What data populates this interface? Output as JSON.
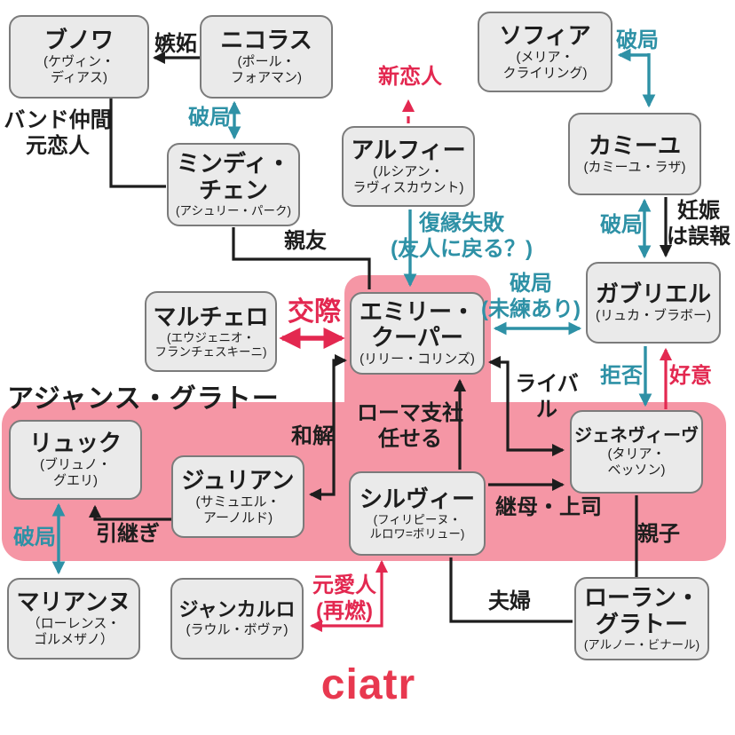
{
  "title": "エミリー、パリへ行く 相関図",
  "colors": {
    "teal": "#2e91a6",
    "red": "#e32850",
    "black": "#1d1d1d",
    "pink_area": "#f596a5",
    "box_fill": "#eaeaea",
    "box_border": "#7b7b7b",
    "logo_red": "#e8384f"
  },
  "agency": {
    "label": "アジャンス・グラトー"
  },
  "logo": {
    "text": "ciatr"
  },
  "characters": [
    {
      "id": "benoit",
      "name": "ブノワ",
      "actor": "(ケヴィン・\nディアス)"
    },
    {
      "id": "nicolas",
      "name": "ニコラス",
      "actor": "(ポール・\nフォアマン)"
    },
    {
      "id": "sofia",
      "name": "ソフィア",
      "actor": "(メリア・\nクライリング)"
    },
    {
      "id": "camille",
      "name": "カミーユ",
      "actor": "(カミーユ・ラザ)"
    },
    {
      "id": "mindy",
      "name": "ミンディ・\nチェン",
      "actor": "(アシュリー・パーク)"
    },
    {
      "id": "alfie",
      "name": "アルフィー",
      "actor": "(ルシアン・\nラヴィスカウント)"
    },
    {
      "id": "gabriel",
      "name": "ガブリエル",
      "actor": "(リュカ・ブラボー)"
    },
    {
      "id": "marcello",
      "name": "マルチェロ",
      "actor": "(エウジェニオ・\nフランチェスキーニ)"
    },
    {
      "id": "emily",
      "name": "エミリー・\nクーパー",
      "actor": "(リリー・コリンズ)"
    },
    {
      "id": "luc",
      "name": "リュック",
      "actor": "(ブリュノ・\nグエリ)"
    },
    {
      "id": "julien",
      "name": "ジュリアン",
      "actor": "(サミュエル・\nアーノルド)"
    },
    {
      "id": "sylvie",
      "name": "シルヴィー",
      "actor": "(フィリピーヌ・\nルロワ=ボリュー)"
    },
    {
      "id": "genevieve",
      "name": "ジェネヴィーヴ",
      "actor": "(タリア・\nベッソン)"
    },
    {
      "id": "marianne",
      "name": "マリアンヌ",
      "actor": "（ローレンス・\nゴルメザノ）"
    },
    {
      "id": "giancarlo",
      "name": "ジャンカルロ",
      "actor": "(ラウル・ボヴァ)"
    },
    {
      "id": "laurent",
      "name": "ローラン・\nグラトー",
      "actor": "(アルノー・ビナール)"
    }
  ],
  "relations": [
    {
      "id": "jealousy",
      "label": "嫉妬"
    },
    {
      "id": "bandmates-ex-lovers",
      "label": "バンド仲間\n元恋人"
    },
    {
      "id": "breakup-nicolas-mindy",
      "label": "破局"
    },
    {
      "id": "best-friends",
      "label": "親友"
    },
    {
      "id": "new-lover",
      "label": "新恋人"
    },
    {
      "id": "breakup-sofia-camille",
      "label": "破局"
    },
    {
      "id": "breakup-camille-gabriel",
      "label": "破局"
    },
    {
      "id": "pregnancy-false-report",
      "label": "妊娠\nは誤報"
    },
    {
      "id": "reunion-failed",
      "label": "復縁失敗\n(友人に戻る？)"
    },
    {
      "id": "dating",
      "label": "交際"
    },
    {
      "id": "breakup-emily-gabriel",
      "label": "破局\n(未練あり)"
    },
    {
      "id": "rival",
      "label": "ライバル"
    },
    {
      "id": "rome-branch",
      "label": "ローマ支社\n任せる"
    },
    {
      "id": "reconciliation",
      "label": "和解"
    },
    {
      "id": "handover",
      "label": "引継ぎ"
    },
    {
      "id": "breakup-luc-marianne",
      "label": "破局"
    },
    {
      "id": "ex-lover-rekindled",
      "label": "元愛人\n(再燃)"
    },
    {
      "id": "stepmother-boss",
      "label": "継母・上司"
    },
    {
      "id": "parent-child",
      "label": "親子"
    },
    {
      "id": "rejection",
      "label": "拒否"
    },
    {
      "id": "affection",
      "label": "好意"
    },
    {
      "id": "married-couple",
      "label": "夫婦"
    }
  ]
}
